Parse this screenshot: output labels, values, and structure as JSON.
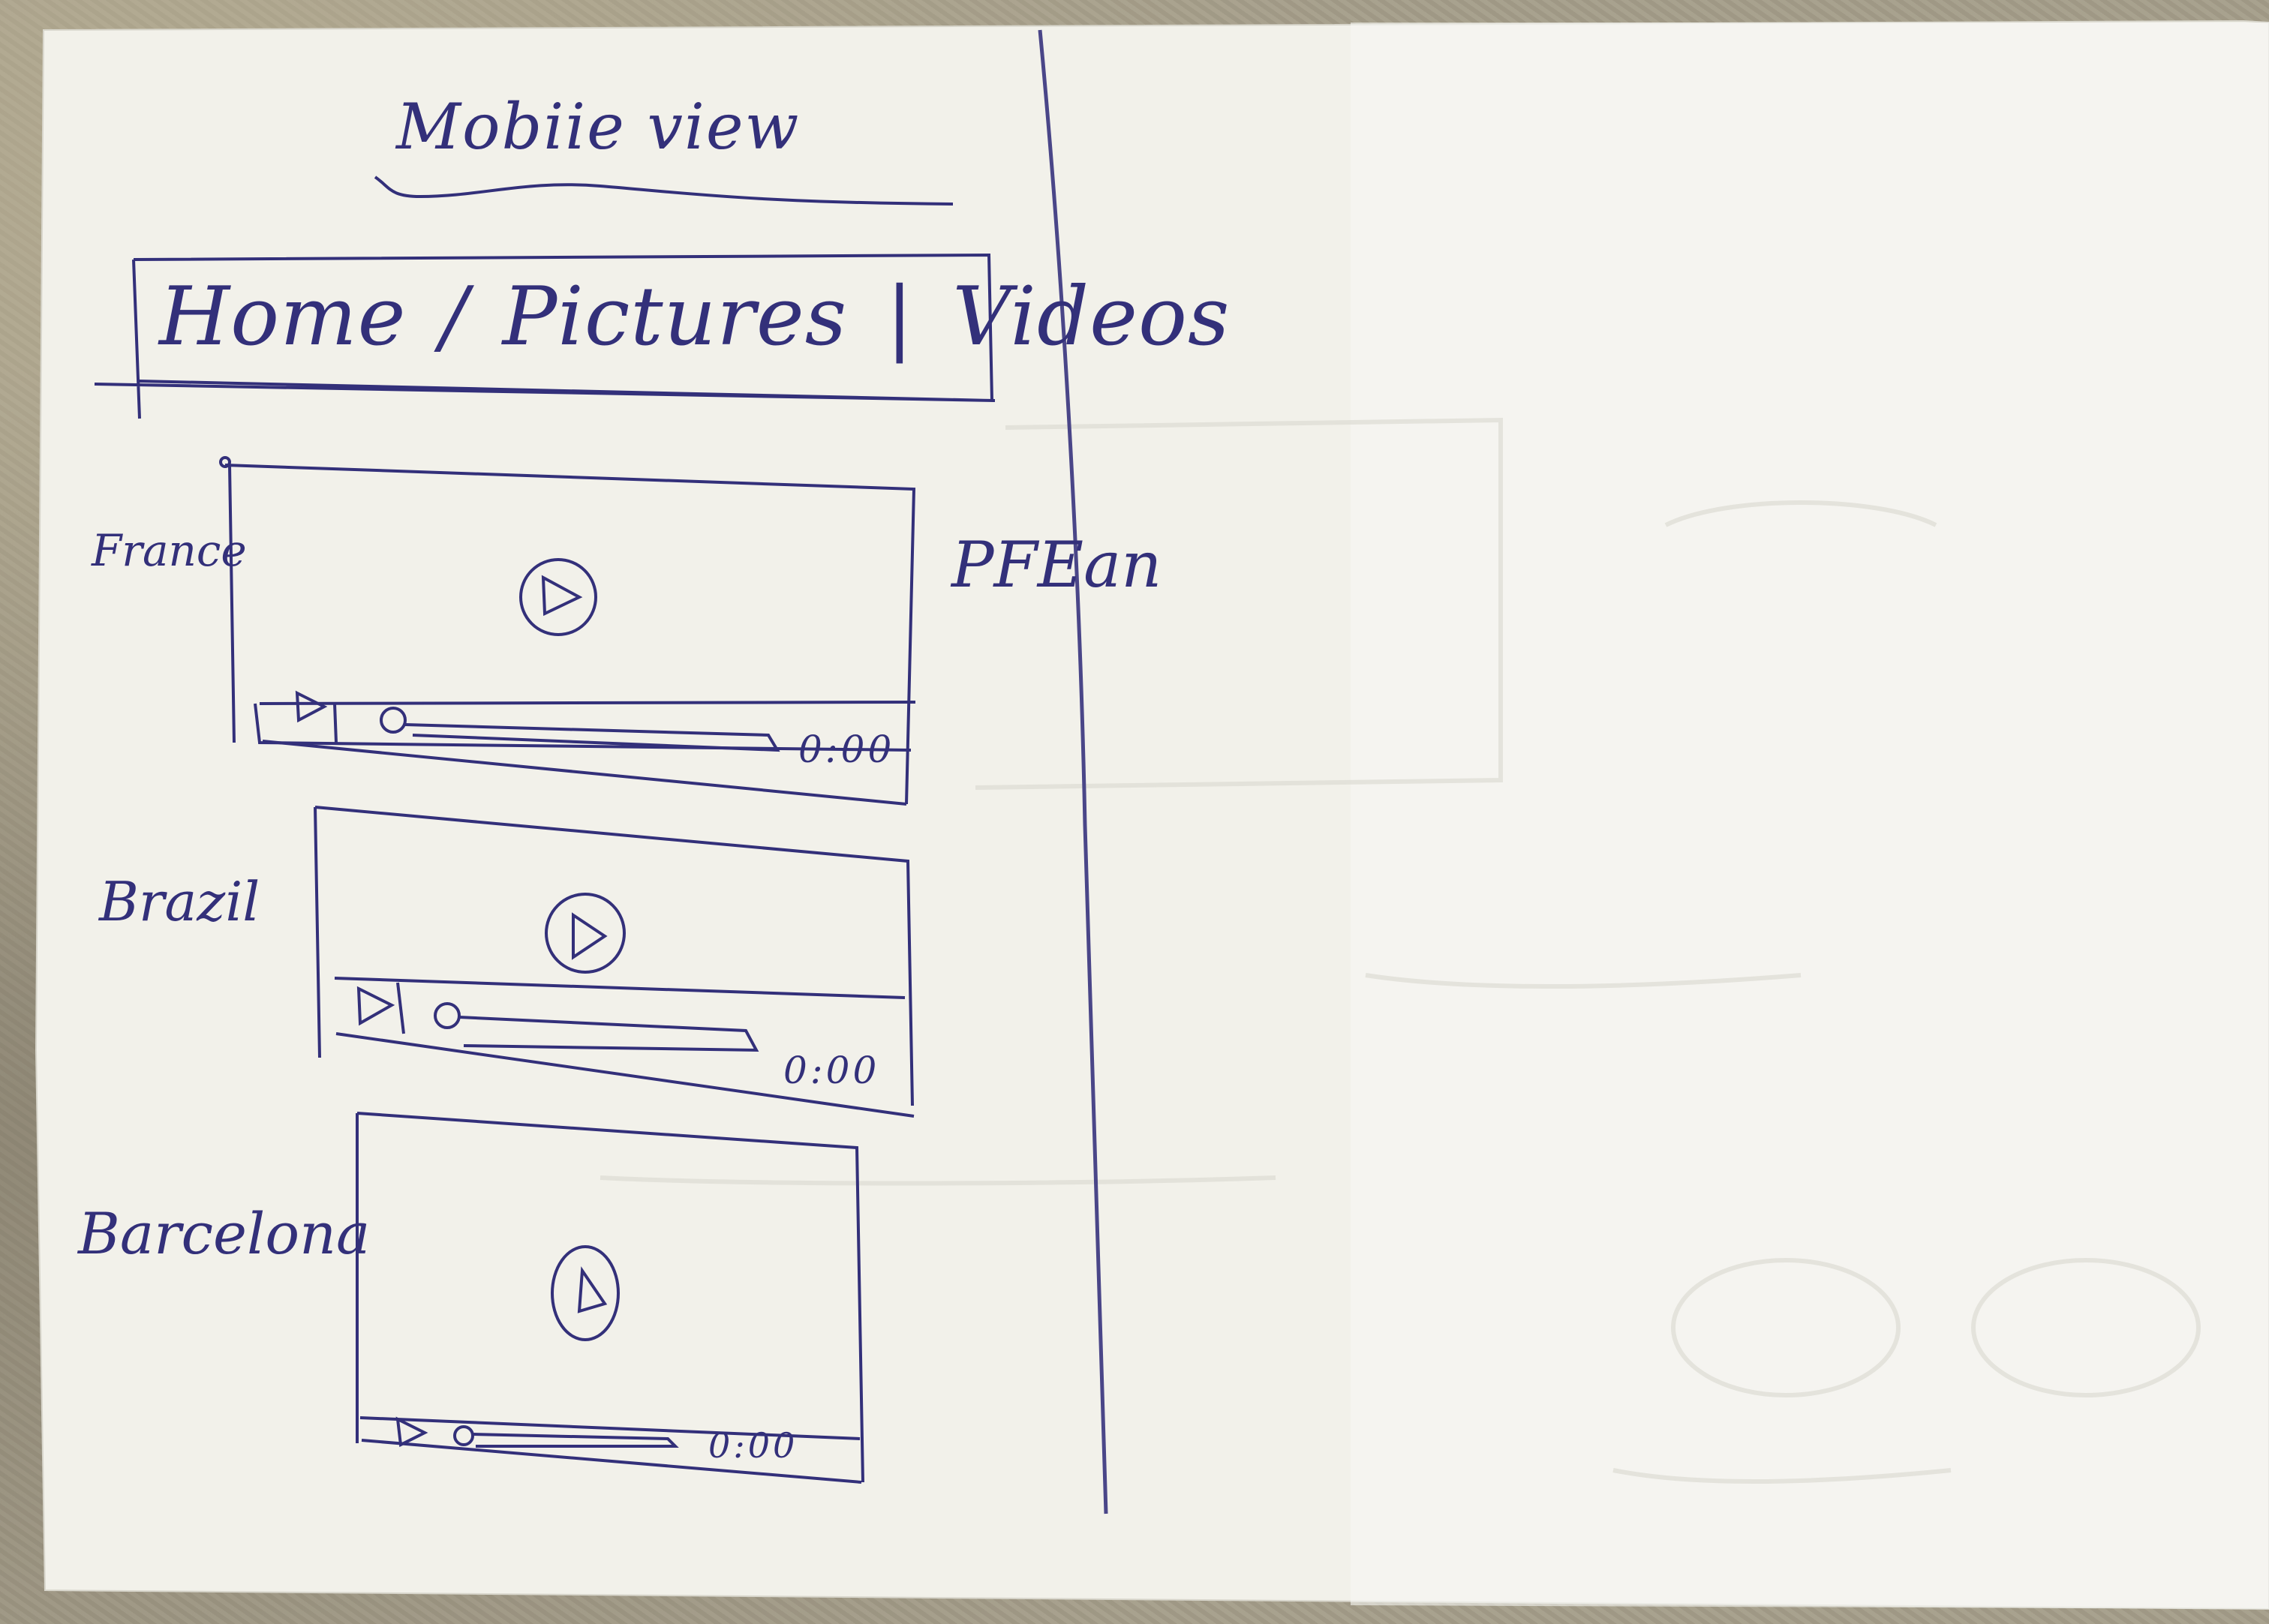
{
  "page_title": "Mobiie view",
  "nav": {
    "home": "Home",
    "sep1": "/",
    "pictures": "Pictures",
    "sep2": "|",
    "videos": "Videos"
  },
  "videos": [
    {
      "place": "France",
      "time": "0:00"
    },
    {
      "place": "Brazil",
      "time": "0:00"
    },
    {
      "place": "Barcelona",
      "time": "0:00"
    }
  ],
  "side_note": "PFEan",
  "colors": {
    "ink": "#33307a",
    "paper": "#f2f0e6",
    "background": "#a59e8a"
  }
}
